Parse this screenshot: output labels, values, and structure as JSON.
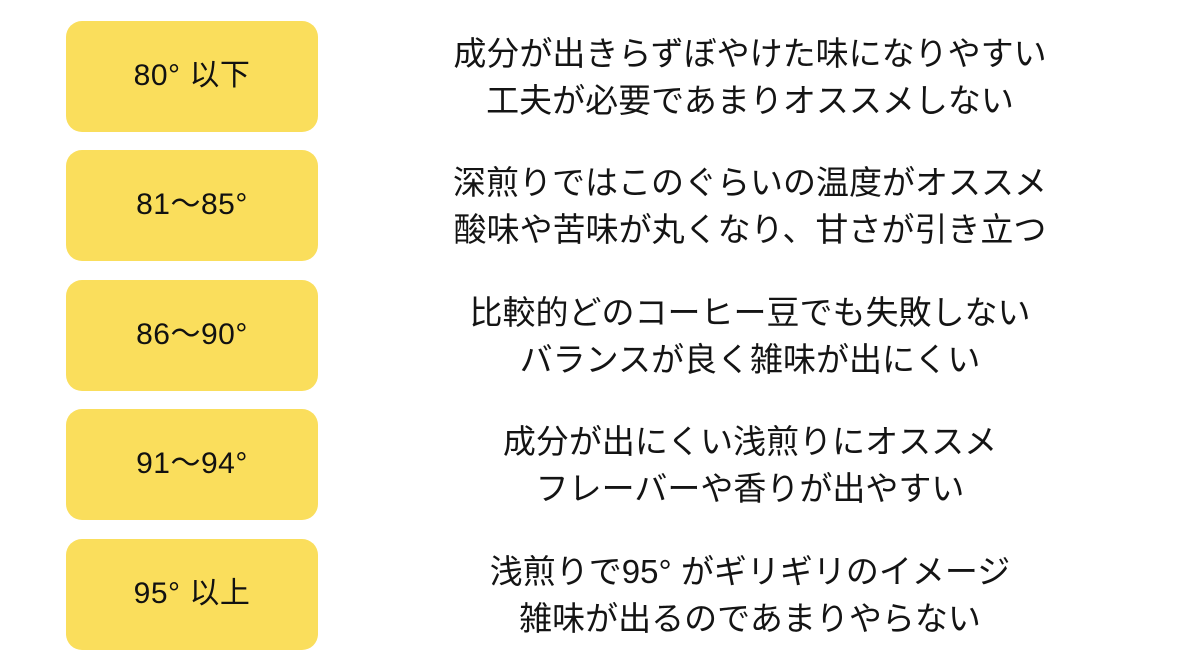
{
  "chart_data": {
    "type": "table",
    "title": "",
    "subtitle": "",
    "columns": [
      "temperature_range",
      "description"
    ],
    "accent_color": "#fade5c",
    "text_color": "#141414",
    "background_color": "#ffffff",
    "rows": [
      {
        "temperature_range": "80° 以下",
        "description_lines": [
          "成分が出きらずぼやけた味になりやすい",
          "工夫が必要であまりオススメしない"
        ]
      },
      {
        "temperature_range": "81〜85°",
        "description_lines": [
          "深煎りではこのぐらいの温度がオススメ",
          "酸味や苦味が丸くなり、甘さが引き立つ"
        ]
      },
      {
        "temperature_range": "86〜90°",
        "description_lines": [
          "比較的どのコーヒー豆でも失敗しない",
          "バランスが良く雑味が出にくい"
        ]
      },
      {
        "temperature_range": "91〜94°",
        "description_lines": [
          "成分が出にくい浅煎りにオススメ",
          "フレーバーや香りが出やすい"
        ]
      },
      {
        "temperature_range": "95° 以上",
        "description_lines": [
          "浅煎りで95° がギリギリのイメージ",
          "雑味が出るのであまりやらない"
        ]
      }
    ]
  }
}
